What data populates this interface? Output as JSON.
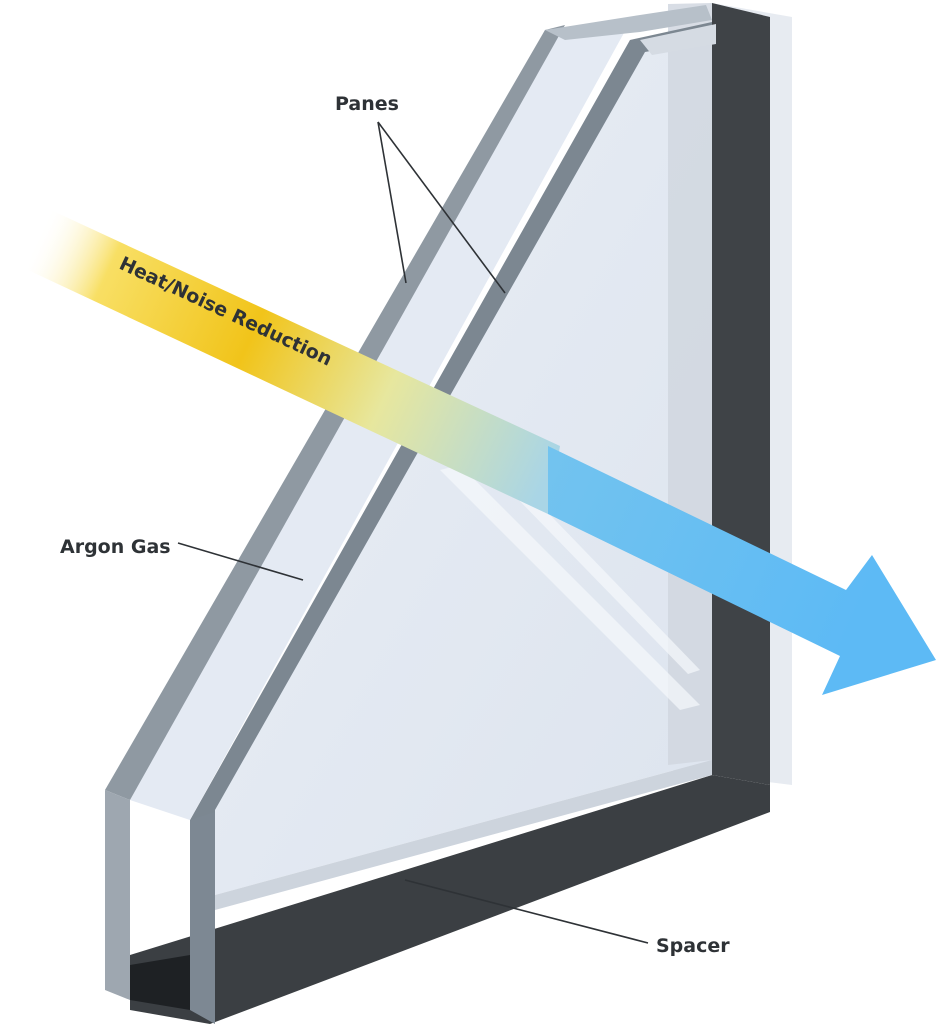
{
  "labels": {
    "panes": "Panes",
    "heat_noise": "Heat/Noise Reduction",
    "argon_gas": "Argon Gas",
    "spacer": "Spacer"
  },
  "colors": {
    "beam_start": "#f2c51e",
    "beam_end": "#62bdf4",
    "spacer": "#3f4347",
    "pane_edge": "#8f99a2",
    "glass": "#e4eaf3",
    "label_text": "#2e3236"
  }
}
